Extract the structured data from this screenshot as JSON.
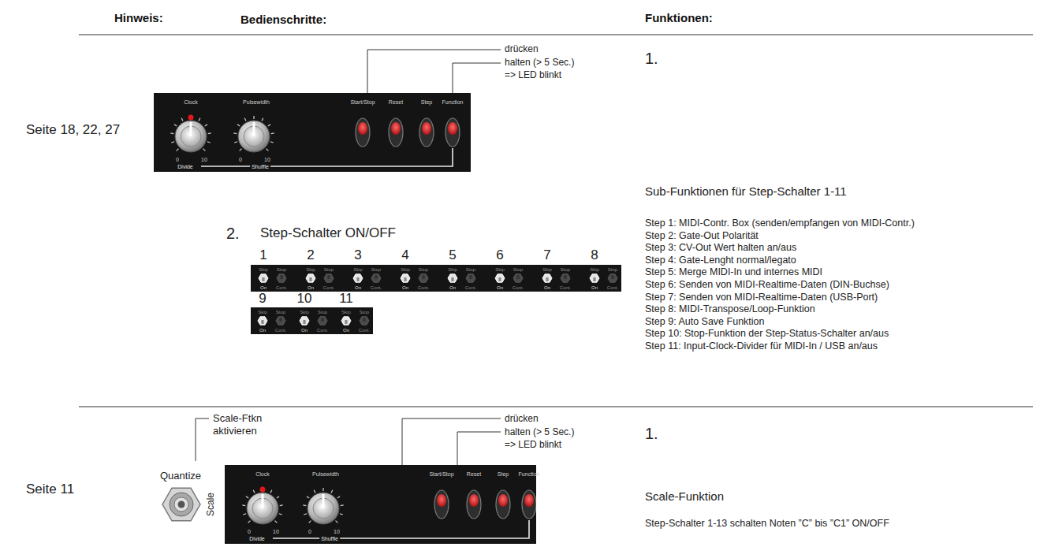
{
  "diagram": {
    "nodes": [
      {
        "text": [
          "Clock",
          "Pulsewidth",
          "Start/Stop",
          "Reset",
          "Step",
          "Function",
          "Divide",
          "Shuffle",
          "0",
          "10",
          "0",
          "10"
        ]
      },
      {
        "text": [
          "Skip",
          "On",
          "Stop",
          "Cont.",
          "Skip",
          "On",
          "Stop",
          "Cont.",
          "Skip",
          "On",
          "Stop",
          "Cont.",
          "Skip",
          "On",
          "Stop",
          "Cont.",
          "Skip",
          "On",
          "Stop",
          "Cont.",
          "Skip",
          "On",
          "Stop",
          "Cont.",
          "Skip",
          "On",
          "Stop",
          "Cont.",
          "Skip",
          "On",
          "Stop",
          "Cont."
        ]
      },
      {
        "text": [
          "Skip",
          "On",
          "Stop",
          "Cont.",
          "Skip",
          "On",
          "Stop",
          "Cont.",
          "Skip",
          "On",
          "Stop",
          "Cont."
        ]
      },
      {
        "text": [
          "Clock",
          "Pulsewidth",
          "Start/Stop",
          "Reset",
          "Step",
          "Function",
          "Divide",
          "Shuffle",
          "0",
          "10",
          "0",
          "10"
        ]
      }
    ],
    "labels": [
      "Hinweis:",
      "Bedienschritte:",
      "Funktionen:",
      "Seite 18, 22, 27",
      "drücken",
      "halten (> 5 Sec.)",
      "=> LED blinkt",
      "1.",
      "Sub-Funktionen für Step-Schalter 1-11",
      "2.",
      "Step-Schalter ON/OFF",
      "1",
      "2",
      "3",
      "4",
      "5",
      "6",
      "7",
      "8",
      "9",
      "10",
      "11",
      "Step 1: MIDI-Contr. Box (senden/empfangen von MIDI-Contr.)",
      "Step 2: Gate-Out Polarität",
      "Step 3: CV-Out Wert halten an/aus",
      "Step 4: Gate-Lenght normal/legato",
      "Step 5: Merge MIDI-In und internes MIDI",
      "Step 6: Senden von MIDI-Realtime-Daten (DIN-Buchse)",
      "Step 7: Senden von MIDI-Realtime-Daten (USB-Port)",
      "Step 8: MIDI-Transpose/Loop-Funktion",
      "Step 9: Auto Save Funktion",
      "Step 10: Stop-Funktion der Step-Status-Schalter an/aus",
      "Step 11: Input-Clock-Divider für MIDI-In / USB an/aus",
      "Scale-Ftkn aktivieren",
      "Quantize",
      "Scale",
      "Seite 11",
      "drücken",
      "halten (> 5 Sec.)",
      "=> LED blinkt",
      "1.",
      "Scale-Funktion",
      "Step-Schalter 1-13 schalten Noten ”C” bis ”C1” ON/OFF"
    ]
  }
}
